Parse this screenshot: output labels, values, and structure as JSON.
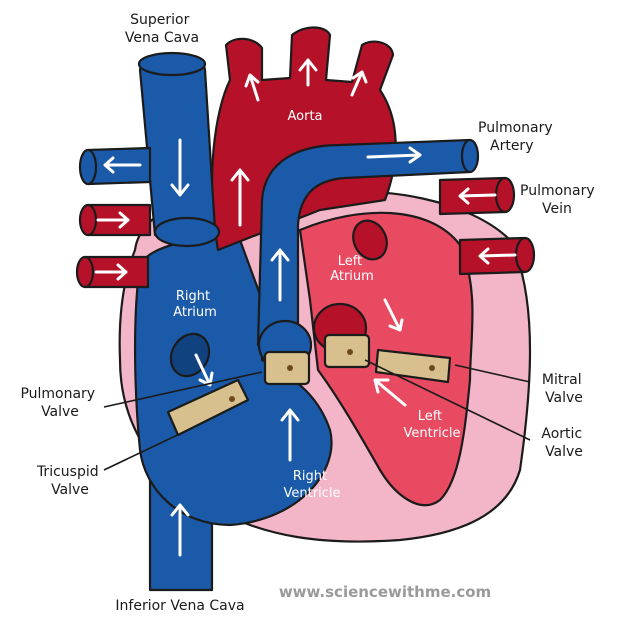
{
  "labels": {
    "superior_vena_cava": [
      "Superior",
      "Vena Cava"
    ],
    "aorta": "Aorta",
    "pulmonary_artery": [
      "Pulmonary",
      "Artery"
    ],
    "pulmonary_vein": [
      "Pulmonary",
      "Vein"
    ],
    "left_atrium": [
      "Left",
      "Atrium"
    ],
    "right_atrium": [
      "Right",
      "Atrium"
    ],
    "pulmonary_valve": [
      "Pulmonary",
      "Valve"
    ],
    "mitral_valve": [
      "Mitral",
      "Valve"
    ],
    "aortic_valve": [
      "Aortic",
      "Valve"
    ],
    "left_ventricle": [
      "Left",
      "Ventricle"
    ],
    "tricuspid_valve": [
      "Tricuspid",
      "Valve"
    ],
    "right_ventricle": [
      "Right",
      "Ventricle"
    ],
    "inferior_vena_cava": "Inferior Vena Cava"
  },
  "watermark": "www.sciencewithme.com",
  "colors": {
    "oxygen_poor_blue": "#1a5aa8",
    "oxygen_rich_red": "#b5122a",
    "pericardium_pink": "#f2b6c8",
    "left_chamber_pink": "#e84a62",
    "valve_tan": "#d8c08e",
    "outline": "#1b1b1b"
  }
}
